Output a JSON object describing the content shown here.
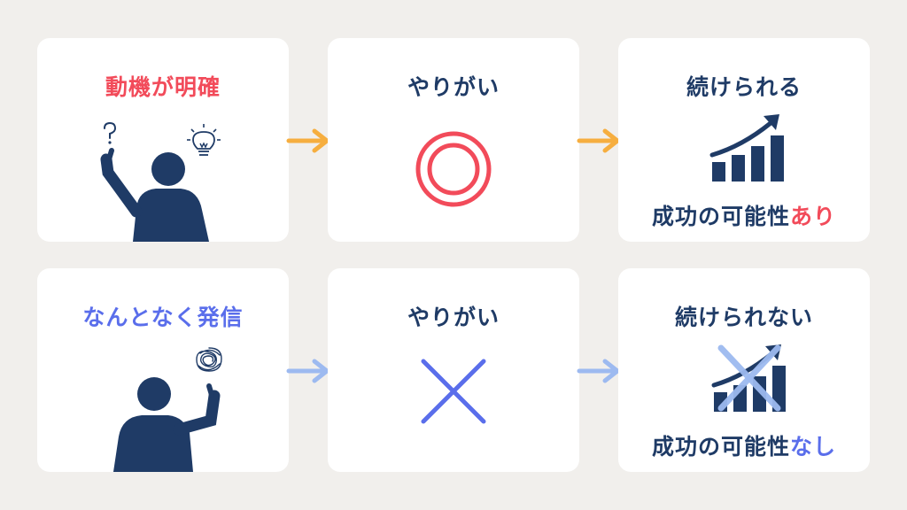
{
  "colors": {
    "background": "#F1EFEC",
    "card": "#FFFFFF",
    "navy": "#1F3B66",
    "red": "#F24B5A",
    "blue": "#5A6EEB",
    "orange_arrow": "#F6AE3F",
    "light_blue_arrow": "#9DBAF0"
  },
  "row_top": {
    "motive": {
      "title": "動機が明確",
      "icons": [
        "person-pointing-icon",
        "question-mark-icon",
        "lightbulb-icon"
      ]
    },
    "rewarding": {
      "title": "やりがい",
      "mark": "double-circle-icon"
    },
    "continue": {
      "title": "続けられる",
      "icon": "growth-bar-chart-icon",
      "success_prefix": "成功の可能性",
      "success_suffix": "あり"
    },
    "arrows": [
      "arrow-right-orange-icon",
      "arrow-right-orange-icon"
    ]
  },
  "row_bottom": {
    "motive": {
      "title": "なんとなく発信",
      "icons": [
        "person-pointing-icon",
        "tangled-scribble-icon"
      ]
    },
    "rewarding": {
      "title": "やりがい",
      "mark": "cross-icon"
    },
    "continue": {
      "title": "続けられない",
      "icon": "crossed-out-growth-chart-icon",
      "success_prefix": "成功の可能性",
      "success_suffix": "なし"
    },
    "arrows": [
      "arrow-right-light-blue-icon",
      "arrow-right-light-blue-icon"
    ]
  }
}
